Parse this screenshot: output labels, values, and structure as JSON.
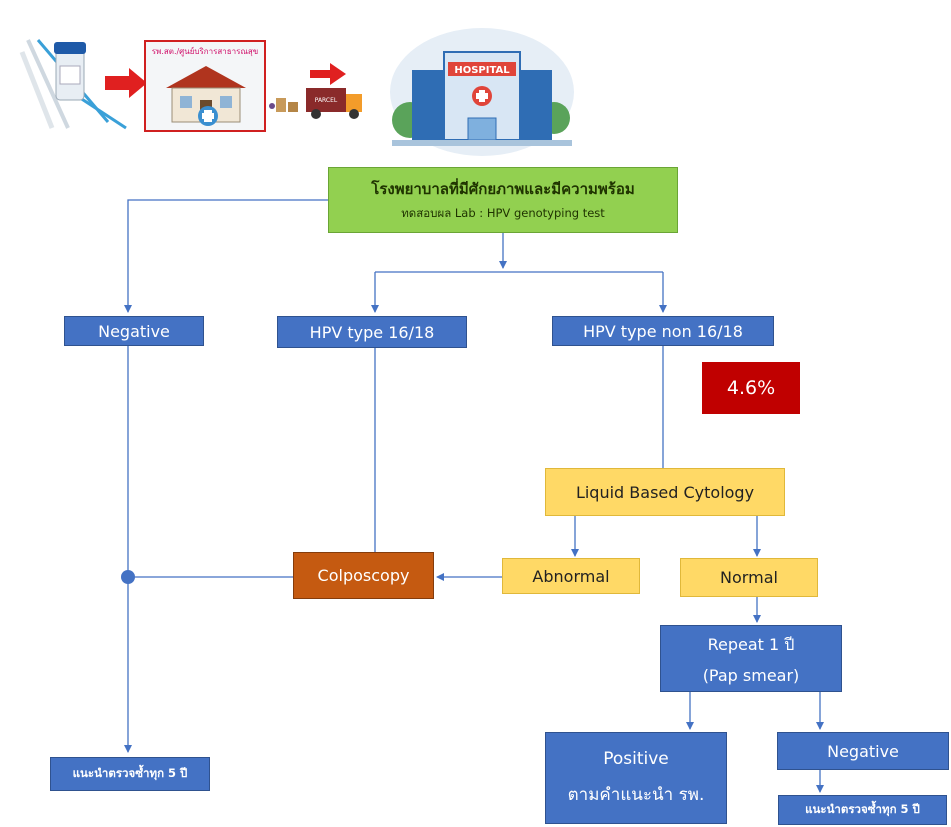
{
  "top": {
    "clinic_label": "รพ.สต./ศูนย์บริการสาธารณสุข",
    "truck_label": "PARCEL",
    "hospital_label": "HOSPITAL"
  },
  "hospital_box": {
    "title": "โรงพยาบาลที่มีศักยภาพและมีความพร้อม",
    "subtitle": "ทดสอบผล Lab : HPV genotyping test"
  },
  "negative_left": "Negative",
  "hpv1618": "HPV type 16/18",
  "hpvnon": "HPV type non 16/18",
  "percent": "4.6%",
  "lbc": "Liquid Based Cytology",
  "abnormal": "Abnormal",
  "normal": "Normal",
  "colposcopy": "Colposcopy",
  "repeat": {
    "line1": "Repeat 1 ปี",
    "line2": "(Pap smear)"
  },
  "positive": {
    "line1": "Positive",
    "line2": "ตามคำแนะนำ รพ."
  },
  "negative_right": "Negative",
  "advice_left": "แนะนำตรวจซ้ำทุก 5 ปี",
  "advice_right": "แนะนำตรวจซ้ำทุก 5 ปี",
  "colors": {
    "blue": "#4472c4",
    "yellow": "#ffd966",
    "orange": "#c55a11",
    "green": "#92d050",
    "red": "#c00000",
    "line": "#4472c4"
  }
}
